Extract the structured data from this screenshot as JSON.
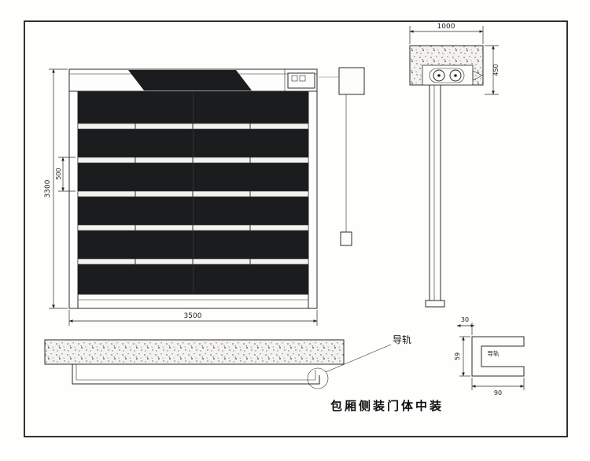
{
  "drawing": {
    "title": "包厢侧装门体中装"
  },
  "front_view": {
    "height": "3300",
    "panel_pitch": "500",
    "width": "3500"
  },
  "head_section": {
    "lintel_width": "1000",
    "lintel_depth": "450"
  },
  "floor_section": {
    "guide_rail_label": "导轨"
  },
  "rail_detail": {
    "top_dim": "30",
    "side_dim": "59",
    "bottom_dim": "90",
    "label": "导轨"
  },
  "colors": {
    "line": "#2a2a2a",
    "curtain": "#1b1c1e",
    "paper": "#fefefc",
    "concrete_base": "#f3f2ee"
  }
}
